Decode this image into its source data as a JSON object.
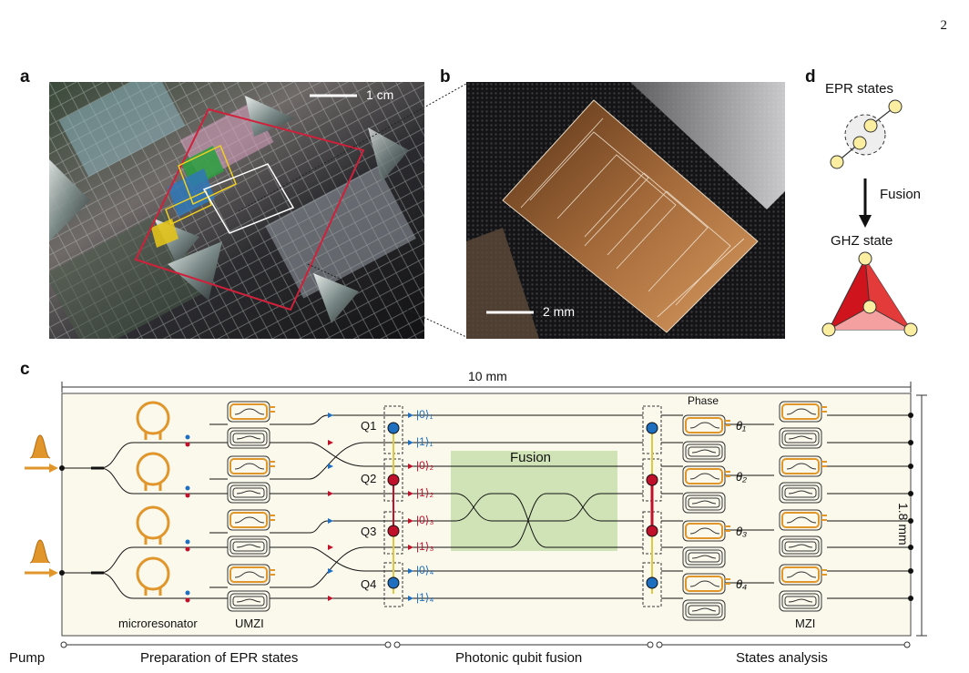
{
  "page": {
    "number": "2"
  },
  "panels": {
    "a": {
      "letter": "a",
      "scale_label": "1 cm"
    },
    "b": {
      "letter": "b",
      "scale_label": "2 mm"
    },
    "c": {
      "letter": "c",
      "width_label": "10 mm",
      "height_label": "1.8 mm",
      "fusion_label": "Fusion",
      "phase_label": "Phase",
      "qubits": [
        "Q1",
        "Q2",
        "Q3",
        "Q4"
      ],
      "kets": [
        "|0⟩₁",
        "|1⟩₁",
        "|0⟩₂",
        "|1⟩₂",
        "|0⟩₃",
        "|1⟩₃",
        "|0⟩₄",
        "|1⟩₄"
      ],
      "thetas": [
        "θ₁",
        "θ₂",
        "θ₃",
        "θ₄"
      ],
      "component_labels": {
        "microresonator": "microresonator",
        "umzi": "UMZI",
        "mzi": "MZI"
      },
      "stages": [
        "Pump",
        "Preparation of EPR states",
        "Photonic qubit fusion",
        "States analysis"
      ]
    },
    "d": {
      "letter": "d",
      "epr_label": "EPR states",
      "arrow_label": "Fusion",
      "ghz_label": "GHZ state"
    }
  },
  "colors": {
    "blue_qubit": "#1f6fc0",
    "red_qubit": "#c0102a",
    "waveguide_gold": "#e0962a",
    "fusion_box": "#cfe3b6",
    "frame_red": "#d0203a",
    "ghz_red": "#d0141e"
  }
}
